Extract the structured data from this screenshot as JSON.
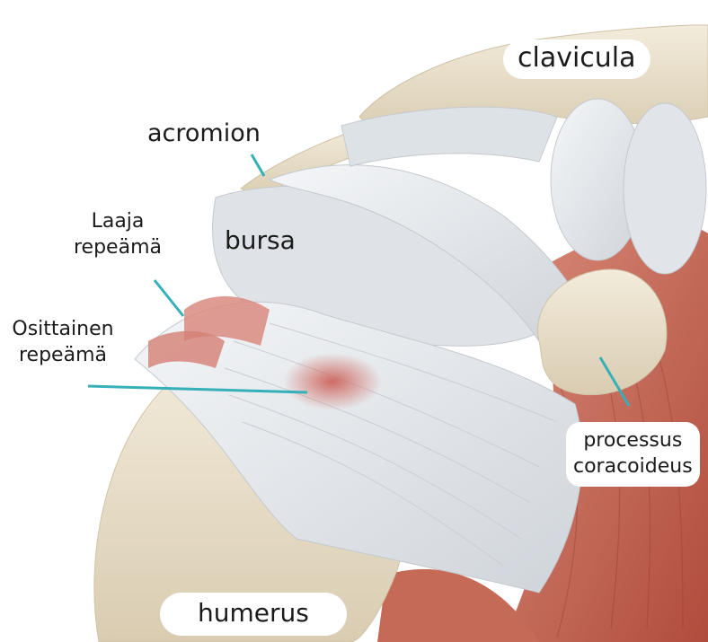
{
  "labels": {
    "clavicula": "clavicula",
    "acromion": "acromion",
    "bursa": "bursa",
    "laaja_line1": "Laaja",
    "laaja_line2": "repeämä",
    "osittainen_line1": "Osittainen",
    "osittainen_line2": "repeämä",
    "processus_line1": "processus",
    "processus_line2": "coracoideus",
    "humerus": "humerus"
  },
  "colors": {
    "leader_line": "#35b0b9",
    "bone": "#ece3cf",
    "tendon": "#e6e9ed",
    "muscle": "#c86a5a",
    "tear": "#d77f76"
  }
}
